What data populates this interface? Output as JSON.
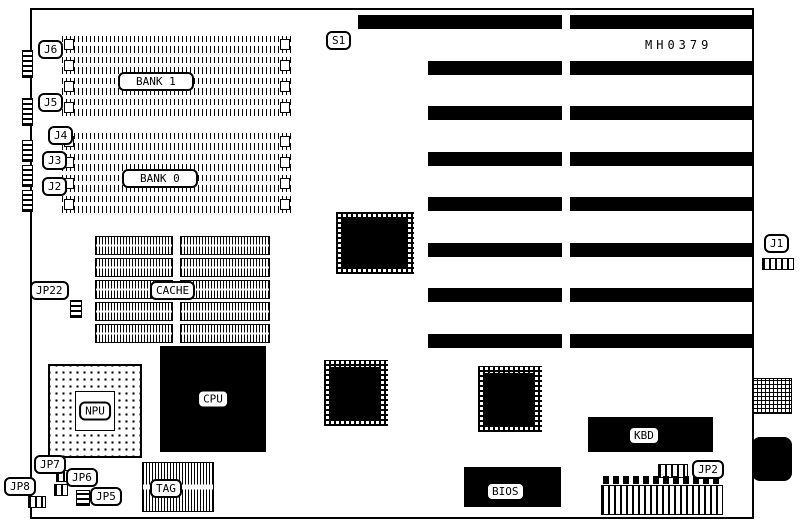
{
  "part_number": "MH0379",
  "labels": {
    "s1": "S1",
    "j1": "J1",
    "j2": "J2",
    "j3": "J3",
    "j4": "J4",
    "j5": "J5",
    "j6": "J6",
    "jp2": "JP2",
    "jp5": "JP5",
    "jp6": "JP6",
    "jp7": "JP7",
    "jp8": "JP8",
    "jp22": "JP22",
    "bank0": "BANK 0",
    "bank1": "BANK 1",
    "cache": "CACHE",
    "cpu": "CPU",
    "npu": "NPU",
    "tag": "TAG",
    "kbd": "KBD",
    "bios": "BIOS"
  }
}
